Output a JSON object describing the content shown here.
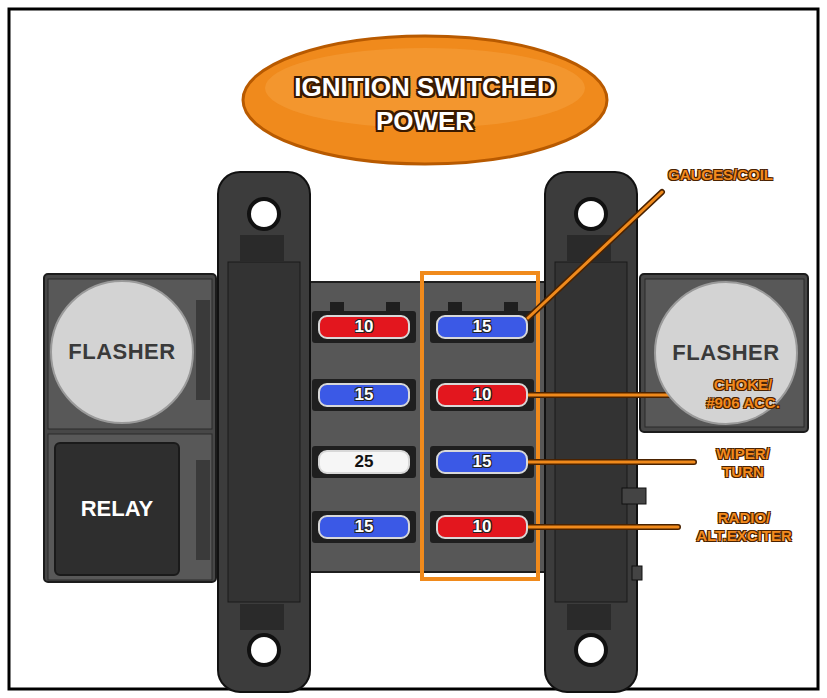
{
  "diagram": {
    "title": "IGNITION SWITCHED POWER",
    "nodes": [
      {
        "text": [
          "FLASHER"
        ]
      },
      {
        "text": [
          "RELAY"
        ]
      },
      {
        "text": [
          "10"
        ]
      },
      {
        "text": [
          "15"
        ]
      },
      {
        "text": [
          "15"
        ]
      },
      {
        "text": [
          "10"
        ]
      },
      {
        "text": [
          "25"
        ]
      },
      {
        "text": [
          "15"
        ]
      },
      {
        "text": [
          "15"
        ]
      },
      {
        "text": [
          "10"
        ]
      },
      {
        "text": [
          "FLASHER"
        ]
      }
    ],
    "labels": [
      "GAUGES/COIL",
      "CHOKE/ #906 ACC.",
      "WIPER/ TURN",
      "RADIO/ ALT.EXCITER"
    ]
  }
}
